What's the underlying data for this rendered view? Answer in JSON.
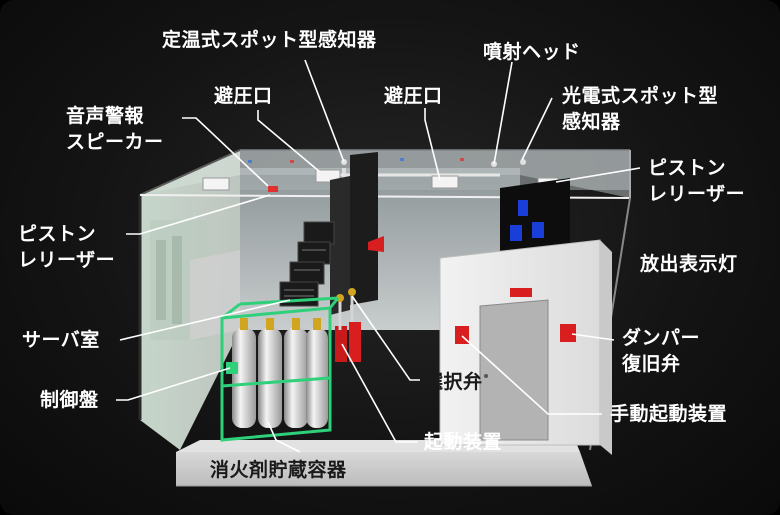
{
  "labels": {
    "teion_spot": "定温式スポット型感知器",
    "funsha_head": "噴射ヘッド",
    "hiatsu_left": "避圧口",
    "hiatsu_right": "避圧口",
    "onsei_line1": "音声警報",
    "onsei_line2": "スピーカー",
    "koden_line1": "光電式スポット型",
    "koden_line2": "感知器",
    "piston_left_line1": "ピストン",
    "piston_left_line2": "レリーザー",
    "piston_right_line1": "ピストン",
    "piston_right_line2": "レリーザー",
    "housyutsu_light": "放出表示灯",
    "server_room": "サーバ室",
    "damper_line1": "ダンパー",
    "damper_line2": "復旧弁",
    "sentaku_valve": "選択弁",
    "seigyo_ban": "制御盤",
    "shudou_kidou": "手動起動装置",
    "kidou_souchi": "起動装置",
    "shoukazai_container": "消火剤貯蔵容器"
  },
  "colors": {
    "label_text": "#ffffff",
    "leader_line": "#ffffff",
    "cylinder_frame": "#2fd07a",
    "manual_button": "#d81e1e",
    "door": "#b3b3b3",
    "partition_wall": "#ececec"
  }
}
